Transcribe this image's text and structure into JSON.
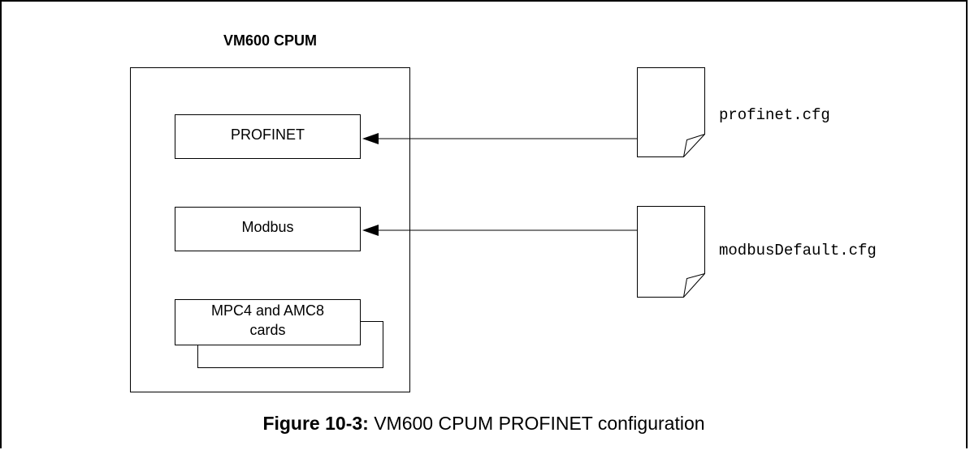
{
  "cpum": {
    "title": "VM600 CPUM",
    "blocks": {
      "profinet": "PROFINET",
      "modbus": "Modbus",
      "cards_line1": "MPC4 and AMC8",
      "cards_line2": "cards"
    }
  },
  "files": {
    "profinet": "profinet.cfg",
    "modbus": "modbusDefault.cfg"
  },
  "caption": {
    "label": "Figure 10-3:",
    "text": " VM600 CPUM PROFINET configuration"
  }
}
